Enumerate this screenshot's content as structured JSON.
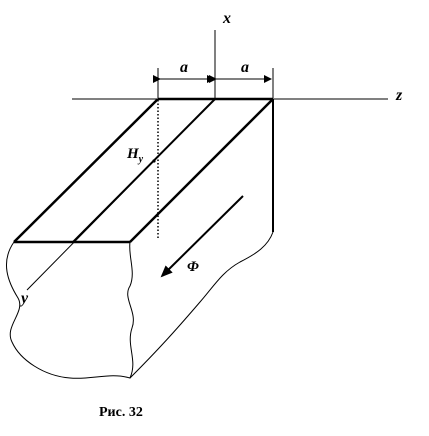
{
  "figure": {
    "axis_labels": {
      "x": "x",
      "y": "y",
      "z": "z"
    },
    "dimension_labels": {
      "left": "a",
      "right": "a"
    },
    "field_label": "H",
    "field_subscript": "y",
    "flux_label": "Φ",
    "caption": "Рис. 32"
  },
  "colors": {
    "stroke": "#000000",
    "background": "#ffffff"
  }
}
